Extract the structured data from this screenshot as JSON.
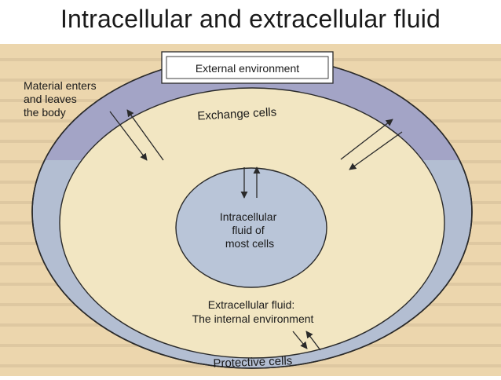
{
  "slide": {
    "title": "Intracellular and extracellular fluid"
  },
  "diagram": {
    "external_environment": "External environment",
    "material_label": [
      "Material enters",
      "and leaves",
      "the body"
    ],
    "exchange_cells": "Exchange cells",
    "intracellular": [
      "Intracellular",
      "fluid of",
      "most cells"
    ],
    "extracellular": [
      "Extracellular fluid:",
      "The internal environment"
    ],
    "protective_cells": "Protective cells"
  },
  "colors": {
    "page_background": "#ecd6ad",
    "outer_ring": "#b3bed2",
    "exchange_band": "#a3a4c6",
    "extracellular_fill": "#f2e6c2",
    "intracellular_fill": "#b9c5d8",
    "outline": "#2a2a2a"
  }
}
